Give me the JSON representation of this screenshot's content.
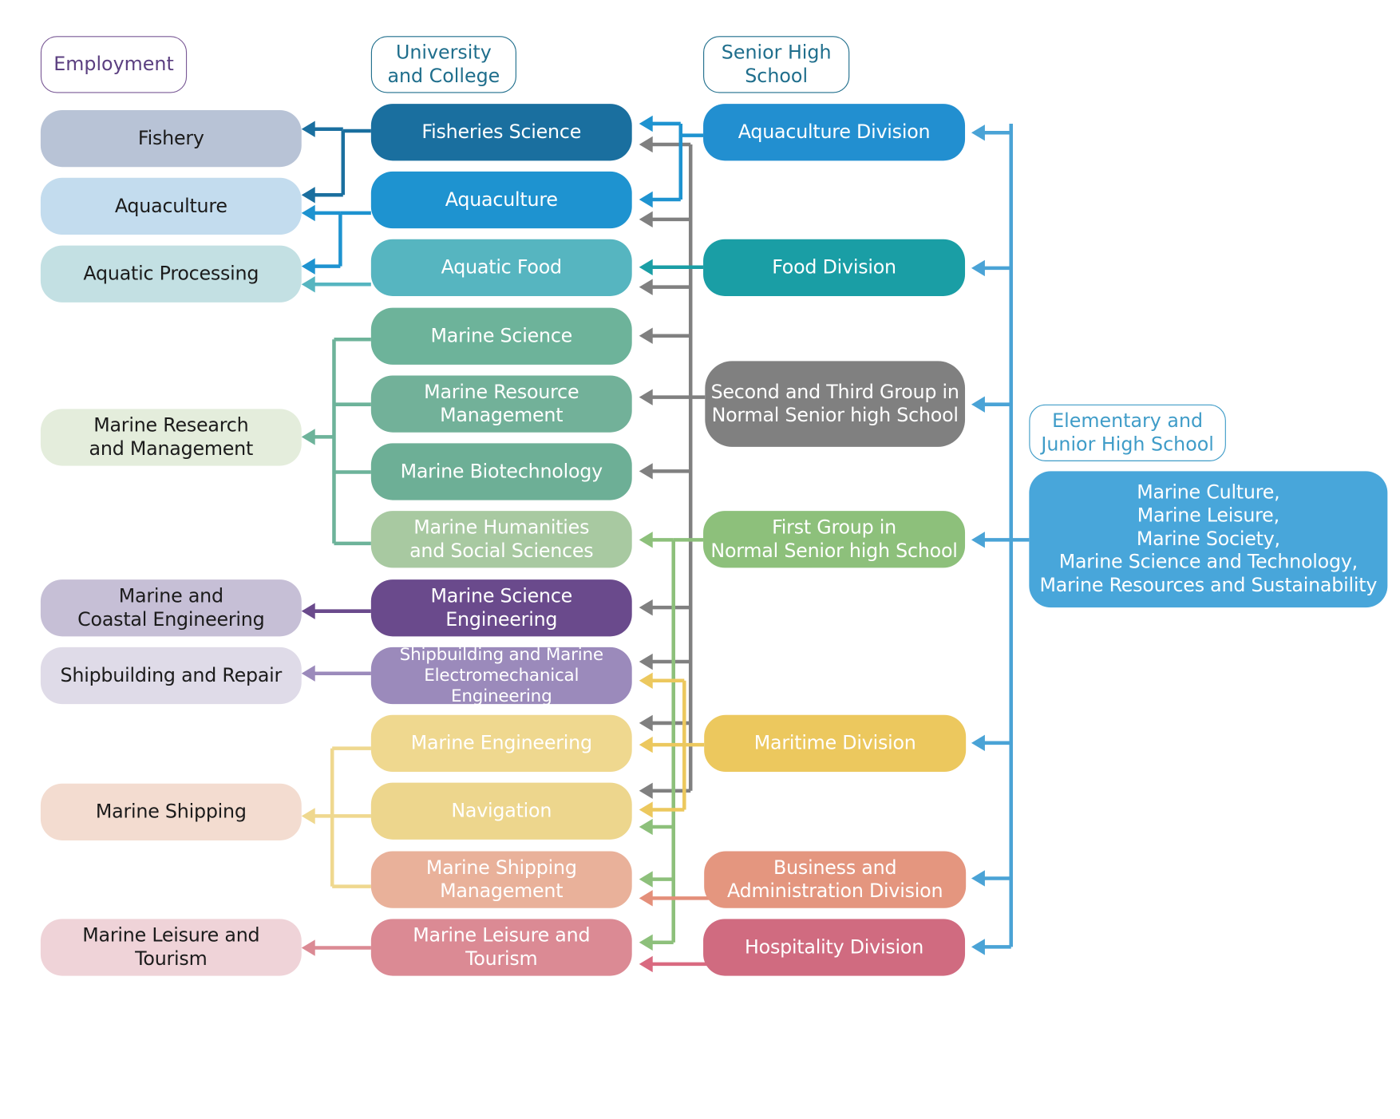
{
  "colors": {
    "blue": "#4aa3d6",
    "gray": "#808080",
    "green": "#8dc07b",
    "yellow": "#ecc85e",
    "teal": "#6db39a",
    "purple": "#6a4a8c",
    "lavender": "#9b8abb",
    "pale_yellow": "#efd88f",
    "salmon": "#e48f7a",
    "pink": "#d96a80",
    "fishery_blue": "#1a6f9f",
    "aqua_blue": "#1e93d0",
    "food_cyan": "#56b5c0",
    "food_teal": "#1a9ea5",
    "mlt_pink": "#db8a94"
  },
  "headers": {
    "employment": "Employment",
    "university": "University\nand College",
    "senior": "Senior High\nSchool",
    "elementary": "Elementary and\nJunior High School"
  },
  "employment": {
    "fishery": "Fishery",
    "aquaculture": "Aquaculture",
    "aquatic_processing": "Aquatic Processing",
    "marine_research": "Marine Research\nand Management",
    "marine_coastal": "Marine and\nCoastal Engineering",
    "shipbuilding": "Shipbuilding and Repair",
    "marine_shipping": "Marine Shipping",
    "leisure": "Marine Leisure and Tourism"
  },
  "university": {
    "fisheries_science": "Fisheries Science",
    "aquaculture": "Aquaculture",
    "aquatic_food": "Aquatic Food",
    "marine_science": "Marine Science",
    "marine_resource": "Marine Resource\nManagement",
    "marine_biotech": "Marine Biotechnology",
    "marine_humanities": "Marine Humanities\nand Social Sciences",
    "marine_science_eng": "Marine Science Engineering",
    "shipbuilding_eng": "Shipbuilding and Marine\nElectromechanical Engineering",
    "marine_engineering": "Marine Engineering",
    "navigation": "Navigation",
    "marine_shipping_mgmt": "Marine Shipping\nManagement",
    "leisure": "Marine Leisure and Tourism"
  },
  "senior": {
    "aquaculture_div": "Aquaculture Division",
    "food_div": "Food Division",
    "second_third": "Second and Third Group in\nNormal Senior high School",
    "first_group": "First Group in\nNormal Senior high School",
    "maritime_div": "Maritime Division",
    "business_div": "Business and\nAdministration Division",
    "hospitality_div": "Hospitality Division"
  },
  "elementary": {
    "curriculum": "Marine Culture,\nMarine Leisure,\nMarine Society,\nMarine Science and Technology,\nMarine Resources and Sustainability"
  }
}
